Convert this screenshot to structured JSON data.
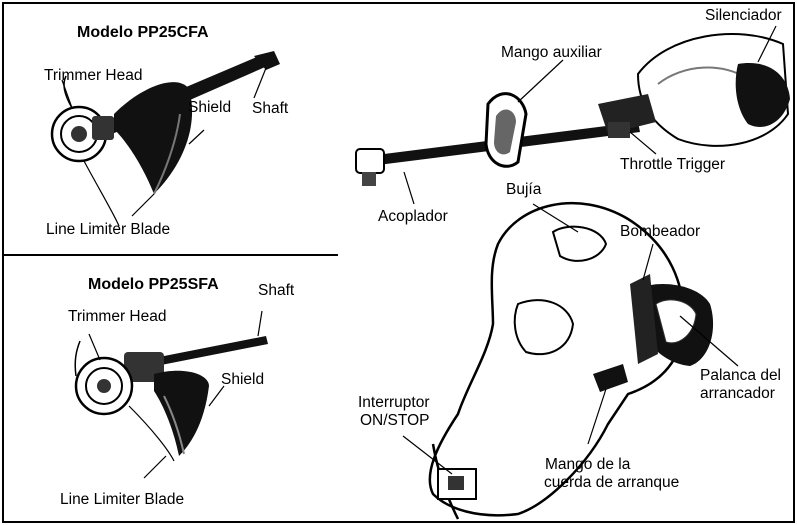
{
  "panel_cfa": {
    "title": "Modelo PP25CFA",
    "trimmer_head": "Trimmer Head",
    "shield": "Shield",
    "shaft": "Shaft",
    "line_limiter": "Line Limiter Blade"
  },
  "panel_sfa": {
    "title": "Modelo PP25SFA",
    "shaft": "Shaft",
    "trimmer_head": "Trimmer Head",
    "shield": "Shield",
    "line_limiter": "Line Limiter Blade"
  },
  "panel_main": {
    "mango_auxiliar": "Mango auxiliar",
    "silenciador": "Silenciador",
    "throttle_trigger": "Throttle Trigger",
    "acoplador": "Acoplador",
    "bujia": "Bujía",
    "bombeador": "Bombeador",
    "palanca_line1": "Palanca del",
    "palanca_line2": "arrancador",
    "interruptor_line1": "Interruptor",
    "interruptor_line2": "ON/STOP",
    "mango_cuerda_line1": "Mango de la",
    "mango_cuerda_line2": "cuerda de arranque"
  },
  "colors": {
    "ink": "#000000",
    "paper": "#ffffff",
    "shade": "#1a1a1a",
    "mid": "#8a8a8a"
  }
}
